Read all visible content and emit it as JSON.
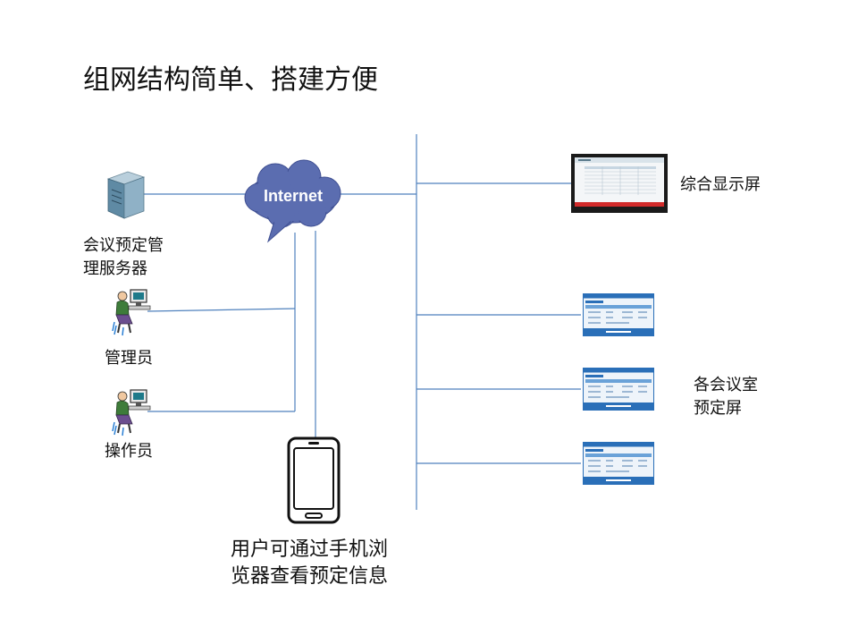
{
  "slide": {
    "title": "组网结构简单、搭建方便"
  },
  "nodes": {
    "cloud": {
      "label": "Internet"
    },
    "server": {
      "label_line1": "会议预定管",
      "label_line2": "理服务器"
    },
    "admin": {
      "label": "管理员"
    },
    "operator": {
      "label": "操作员"
    },
    "phone": {
      "label_line1": "用户可通过手机浏",
      "label_line2": "览器查看预定信息"
    },
    "main_display": {
      "label": "综合显示屏"
    },
    "room_displays": {
      "label_line1": "各会议室",
      "label_line2": "预定屏"
    }
  },
  "colors": {
    "cloud": "#5b6db0",
    "wire": "#4f81bd",
    "screen_blue": "#2a6fb8",
    "monitor_frame": "#1a1a1a"
  }
}
